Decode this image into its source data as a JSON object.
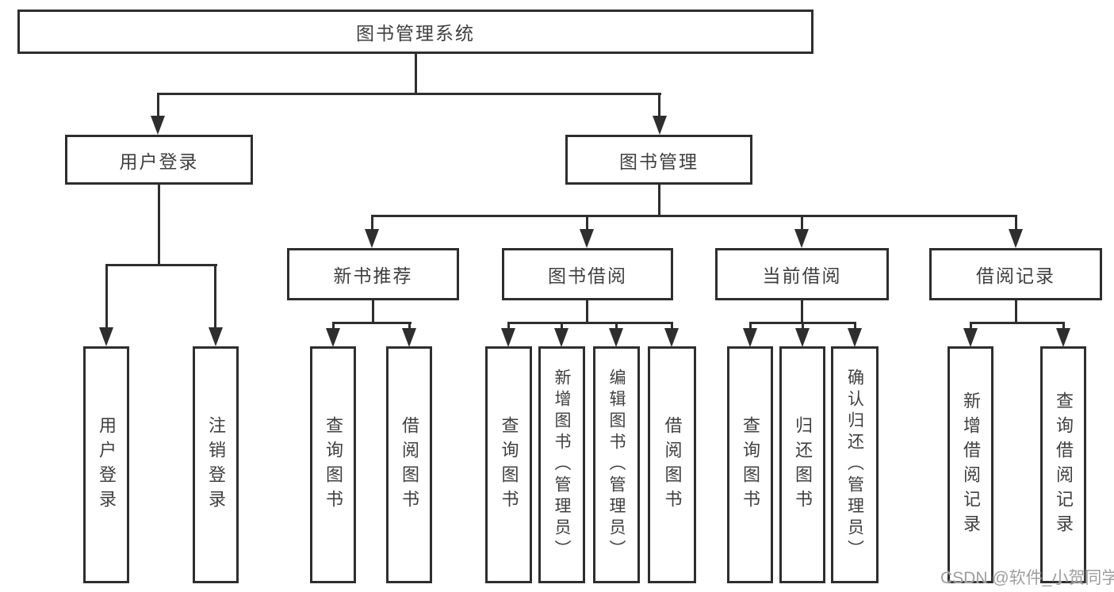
{
  "diagram": {
    "type": "hierarchy-tree",
    "title": "图书管理系统",
    "watermark": "CSDN @软件_小贺同学",
    "colors": {
      "line": "#2e2e2e",
      "text": "#3f3f3f",
      "background": "#ffffff",
      "watermark": "#9e9e9e"
    },
    "root": {
      "label": "图书管理系统"
    },
    "level2": {
      "user_login": {
        "label": "用户登录"
      },
      "book_management": {
        "label": "图书管理"
      }
    },
    "level3": {
      "new_book_recommend": {
        "label": "新书推荐"
      },
      "book_borrow": {
        "label": "图书借阅"
      },
      "current_borrow": {
        "label": "当前借阅"
      },
      "borrow_records": {
        "label": "借阅记录"
      }
    },
    "leaves": {
      "user_login": [
        "用户登录",
        "注销登录"
      ],
      "new_book_recommend": [
        "查询图书",
        "借阅图书"
      ],
      "book_borrow": [
        "查询图书",
        "新增图书（管理员）",
        "编辑图书（管理员）",
        "借阅图书"
      ],
      "current_borrow": [
        "查询图书",
        "归还图书",
        "确认归还（管理员）"
      ],
      "borrow_records": [
        "新增借阅记录",
        "查询借阅记录"
      ]
    }
  }
}
